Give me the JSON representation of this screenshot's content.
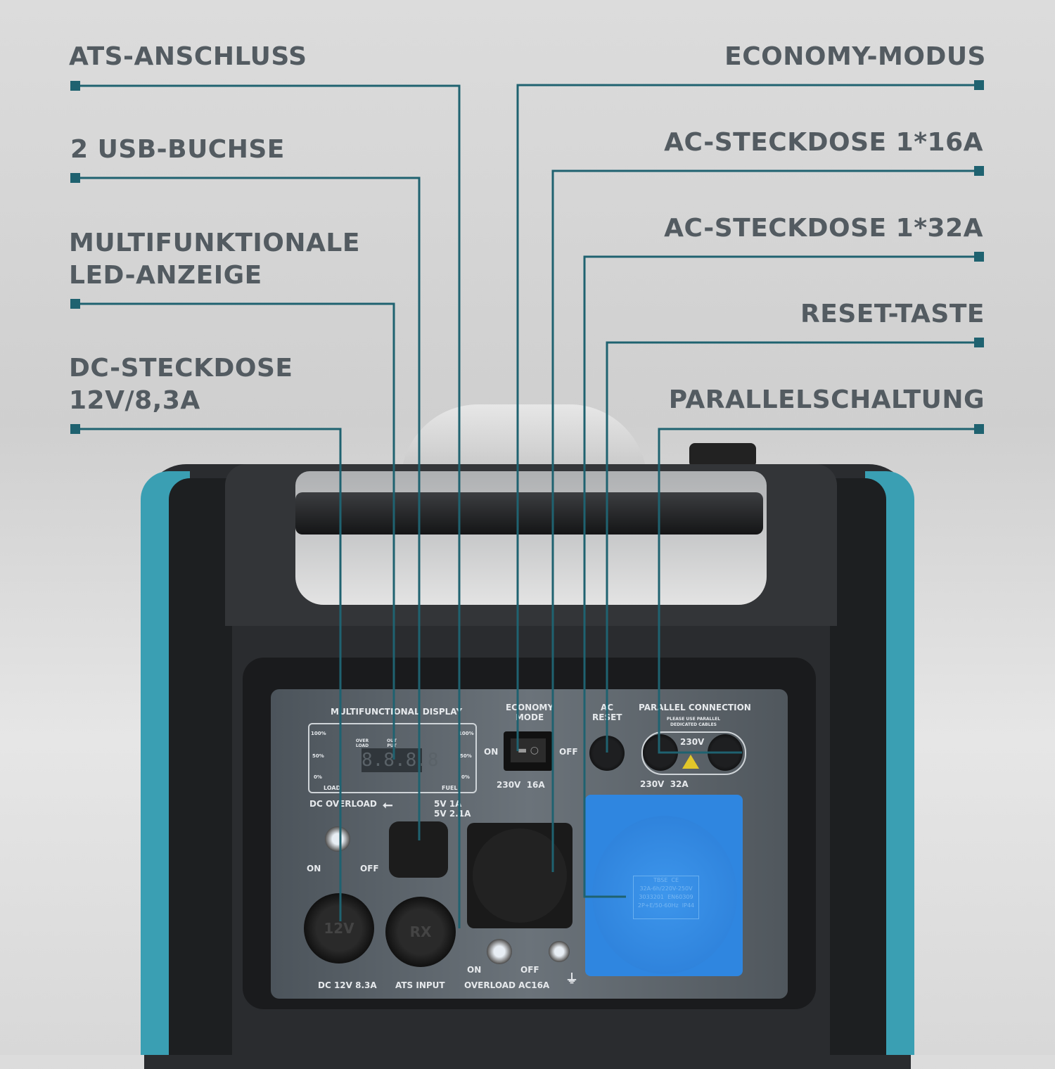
{
  "callouts_left": [
    {
      "lines": [
        "ATS-ANSCHLUSS"
      ]
    },
    {
      "lines": [
        "2 USB-BUCHSE"
      ]
    },
    {
      "lines": [
        "MULTIFUNKTIONALE",
        "LED-ANZEIGE"
      ]
    },
    {
      "lines": [
        "DC-STECKDOSE",
        "12V/8,3A"
      ]
    }
  ],
  "callouts_right": [
    {
      "lines": [
        "ECONOMY-MODUS"
      ]
    },
    {
      "lines": [
        "AC-STECKDOSE 1*16A"
      ]
    },
    {
      "lines": [
        "AC-STECKDOSE 1*32A"
      ]
    },
    {
      "lines": [
        "RESET-TASTE"
      ]
    },
    {
      "lines": [
        "PARALLELSCHALTUNG"
      ]
    }
  ],
  "panel": {
    "display_title": "MULTIFUNCTIONAL DISPLAY",
    "display_digits": "8.8.8.8",
    "load_scale": [
      "100%",
      "50%",
      "0%"
    ],
    "load_label": "LOAD",
    "fuel_label": "FUEL",
    "indicators": [
      "OVER LOAD",
      "OUT PUT"
    ],
    "economy_title": "ECONOMY MODE",
    "on": "ON",
    "off": "OFF",
    "economy_socket_rating": "230V  16A",
    "ac_reset": "AC RESET",
    "parallel_title": "PARALLEL CONNECTION",
    "parallel_note": "PLEASE USE PARALLEL DEDICATED CABLES",
    "parallel_voltage": "230V",
    "socket32_rating": "230V  32A",
    "dc_overload": "DC OVERLOAD",
    "usb_rating": "5V 1A\n5V 2.1A",
    "dc_socket_mark": "12V",
    "ats_socket_mark": "RX",
    "dc_label": "DC 12V 8.3A",
    "ats_label": "ATS INPUT",
    "overload_label": "OVERLOAD AC16A",
    "blue_plate": "TBSE  CE\n32A-6h/220V-250V\n3033201  EN60309\n2P+E/50-60Hz  IP44"
  },
  "colors": {
    "callout_line": "#1f6270",
    "label_text": "#535b61",
    "accent_body": "#3a9fb3",
    "socket_blue": "#2f86e0"
  }
}
